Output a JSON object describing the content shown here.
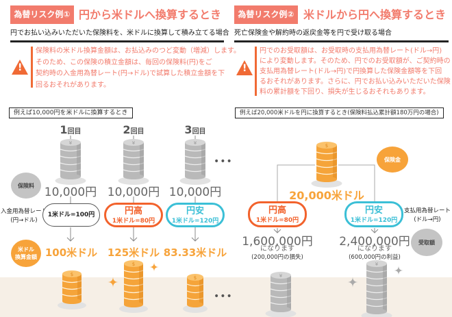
{
  "left": {
    "badge": "為替リスク例①",
    "title": "円から米ドルへ換算するとき",
    "subtitle": "円でお払い込みいただいた保険料を、米ドルに換算して積み立てる場合",
    "warning": [
      "保険料の米ドル換算金額は、お払込みのつど変動（増減）します。",
      "そのため、この保険の積立金額は、毎回の保険料(円)をご",
      "契約時の入金用為替レート(円→ドル)で試算した積立金額を下",
      "回るおそれがあります。"
    ],
    "example": "例えば10,000円を米ドルに換算するとき",
    "bubble_premium": "保険料",
    "bubble_converted": [
      "米ドル",
      "換算金額"
    ],
    "rate_label": [
      "入金用為替レート",
      "(円→ドル)"
    ],
    "columns": [
      {
        "num": "1",
        "suffix": "回目",
        "yen": "10,000円",
        "head": "",
        "rate": "1米ドル=100円",
        "amount": "100米ドル",
        "style": "neutral"
      },
      {
        "num": "2",
        "suffix": "回目",
        "yen": "10,000円",
        "head": "円高",
        "rate": "1米ドル=80円",
        "amount": "125米ドル",
        "style": "strong"
      },
      {
        "num": "3",
        "suffix": "回目",
        "yen": "10,000円",
        "head": "円安",
        "rate": "1米ドル=120円",
        "amount": "83.33米ドル",
        "style": "weak"
      }
    ],
    "ellipsis": "•••"
  },
  "right": {
    "badge": "為替リスク例②",
    "title": "米ドルから円へ換算するとき",
    "subtitle": "死亡保険金や解約時の返戻金等を円で受け取る場合",
    "warning": [
      "円でのお受取額は、お受取時の支払用為替レート(ドル→円)",
      "により変動します。そのため、円でのお受取額が、ご契約時の",
      "支払用為替レート(ドル→円)で円換算した保険金額等を下回",
      "るおそれがあります。さらに、円でお払い込みいただいた保険",
      "料の累計額を下回り、損失が生じるおそれもあります。"
    ],
    "example": "例えば20,000米ドルを円に換算するとき(保険料払込累計額180万円の場合)",
    "bubble_benefit": "保険金",
    "bubble_received": "受取額",
    "usd": "20,000米ドル",
    "rate_label": [
      "支払用為替レート",
      "(ドル→円)"
    ],
    "cases": [
      {
        "head": "円高",
        "rate": "1米ドル=80円",
        "yen": "1,600,000円",
        "note": "になります",
        "result": "(200,000円の損失)"
      },
      {
        "head": "円安",
        "rate": "1米ドル=120円",
        "yen": "2,400,000円",
        "note": "になります",
        "result": "(600,000円の利益)"
      }
    ]
  },
  "colors": {
    "accent": "#f27b6c",
    "warning": "#f06a35",
    "orange": "#f7a33a",
    "strong_yen": "#f2622c",
    "weak_yen": "#3bbfd6",
    "band": "#f6efe6"
  }
}
